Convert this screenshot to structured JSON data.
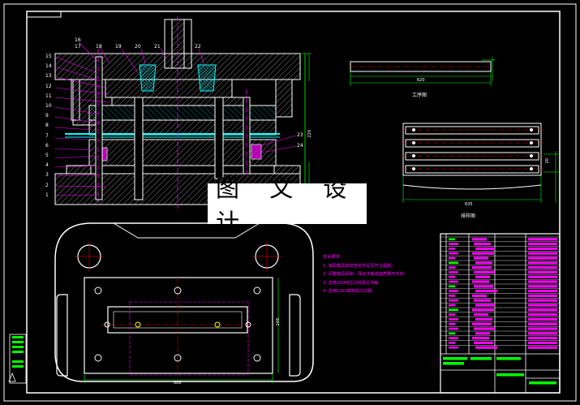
{
  "watermark": "图 文 设 计",
  "views": {
    "process_title": "工序图",
    "blank_title": "排样图"
  },
  "part_numbers_left": [
    "15",
    "14",
    "13",
    "12",
    "11",
    "10",
    "9",
    "8",
    "7",
    "6",
    "5",
    "4",
    "3",
    "2",
    "1"
  ],
  "part_numbers_top": [
    "16",
    "17",
    "18",
    "19",
    "20",
    "21",
    "22"
  ],
  "part_numbers_right": [
    "23",
    "24"
  ],
  "dimensions": {
    "height_total": "220",
    "blank_width": "635",
    "plate_width": "688",
    "plate_height": "148",
    "process_length": "620",
    "strip_pitch": "20"
  },
  "tech_requirements": {
    "heading": "技术要求:",
    "items": [
      "1. 装配模具前检查零件是否符合图纸;",
      "2. 调整模具间隙，保证冲裁端面质量无毛刺;",
      "3. 选用200吨压力机进行冲裁;",
      "4. 选用Cr12钢制造凸凹模."
    ]
  },
  "colors": {
    "background": "#000000",
    "lines": "#ffffff",
    "accent_cyan": "#00ffff",
    "accent_magenta": "#ff00ff",
    "accent_green": "#00ff00",
    "accent_red": "#ff0000",
    "accent_yellow": "#ffff00"
  }
}
